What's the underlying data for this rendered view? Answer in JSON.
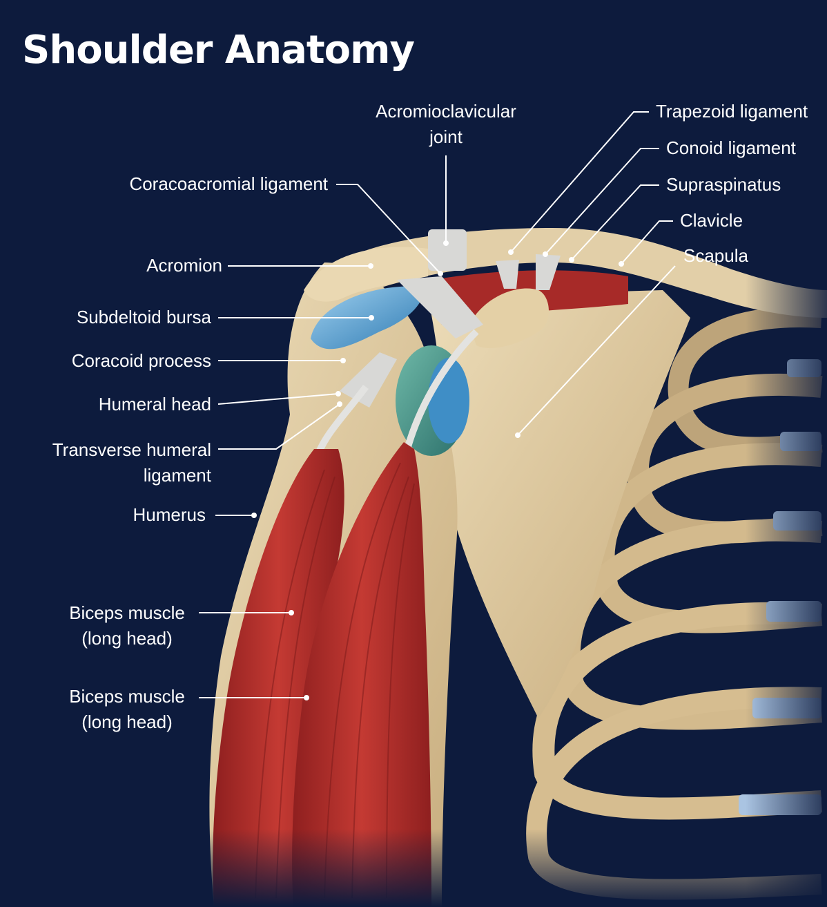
{
  "title": "Shoulder Anatomy",
  "labels": {
    "acromioclavicular_joint": [
      "Acromioclavicular",
      "joint"
    ],
    "trapezoid_ligament": "Trapezoid ligament",
    "conoid_ligament": "Conoid ligament",
    "supraspinatus": "Supraspinatus",
    "clavicle": "Clavicle",
    "scapula": "Scapula",
    "coracoacromial_ligament": "Coracoacromial ligament",
    "acromion": "Acromion",
    "subdeltoid_bursa": "Subdeltoid bursa",
    "coracoid_process": "Coracoid process",
    "humeral_head": "Humeral head",
    "transverse_humeral_ligament": [
      "Transverse humeral",
      "ligament"
    ],
    "humerus": "Humerus",
    "biceps_long_head_1": [
      "Biceps muscle",
      "(long head)"
    ],
    "biceps_long_head_2": [
      "Biceps muscle",
      "(long head)"
    ]
  },
  "colors": {
    "background": "#0d1b3d",
    "bone": "#dcc7a0",
    "muscle": "#b8302c",
    "ligament": "#d8d8d6",
    "bursa": "#5aa6d6",
    "cartilage": "#aac4e2"
  }
}
